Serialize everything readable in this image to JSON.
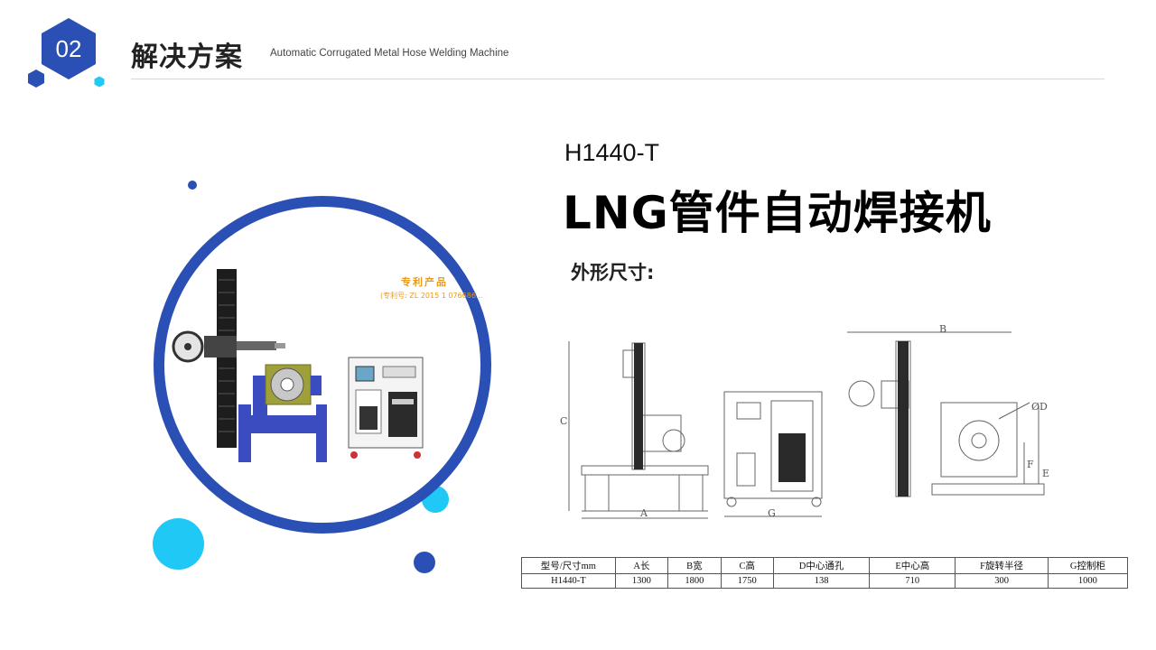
{
  "header": {
    "section_number": "02",
    "title": "解决方案",
    "subtitle": "Automatic Corrugated Metal Hose Welding Machine"
  },
  "product": {
    "model": "H1440-T",
    "name": "LNG管件自动焊接机",
    "dimensions_heading": "外形尺寸:"
  },
  "photo": {
    "patent_label": "专利产品",
    "patent_number": "(专利号: ZL 2015 1 076686..."
  },
  "drawing_labels": {
    "a": "A",
    "b": "B",
    "c": "C",
    "d": "ØD",
    "e": "E",
    "f": "F",
    "g": "G"
  },
  "spec_table": {
    "headers": [
      "型号/尺寸mm",
      "A长",
      "B宽",
      "C高",
      "D中心通孔",
      "E中心高",
      "F旋转半径",
      "G控制柜"
    ],
    "rows": [
      [
        "H1440-T",
        "1300",
        "1800",
        "1750",
        "138",
        "710",
        "300",
        "1000"
      ]
    ]
  },
  "colors": {
    "primary_blue": "#2a4fb5",
    "accent_cyan": "#1fc8f5",
    "patent_orange": "#e89a1c"
  }
}
